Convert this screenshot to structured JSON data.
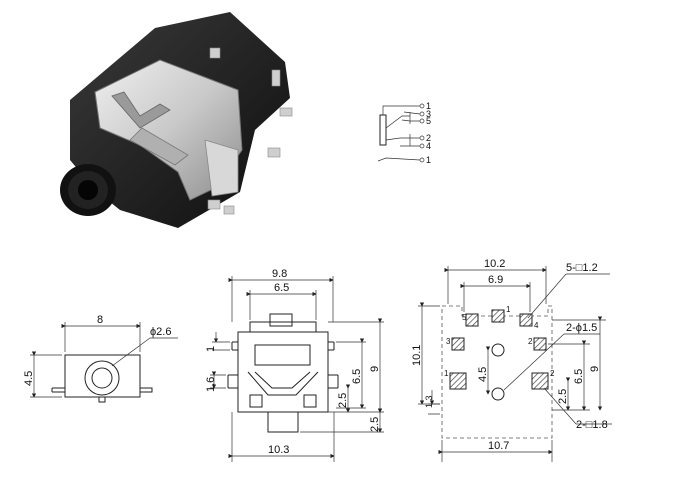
{
  "photo": {
    "subject": "smt-headphone-jack-photo"
  },
  "schematic": {
    "pins": [
      "1",
      "3",
      "5",
      "2",
      "4",
      "1"
    ]
  },
  "front_view": {
    "width": "8",
    "height": "4.5",
    "hole": "ϕ2.6"
  },
  "top_view": {
    "dim_98": "9.8",
    "dim_65_top": "6.5",
    "dim_1": "1",
    "dim_16": "1.6",
    "dim_65_right": "6.5",
    "dim_9": "9",
    "dim_25_a": "2.5",
    "dim_25_b": "2.5",
    "dim_103": "10.3"
  },
  "footprint": {
    "dim_102": "10.2",
    "dim_69": "6.9",
    "pad_callout": "5-□1.2",
    "hole_callout": "2-ϕ1.5",
    "dim_101": "10.1",
    "dim_45": "4.5",
    "dim_65": "6.5",
    "dim_9": "9",
    "dim_25": "2.5",
    "dim_13": "1.3",
    "big_pad_callout": "2-□1.8",
    "dim_107": "10.7",
    "pad_labels": [
      "5",
      "1",
      "4",
      "3",
      "2",
      "1",
      "2"
    ]
  }
}
